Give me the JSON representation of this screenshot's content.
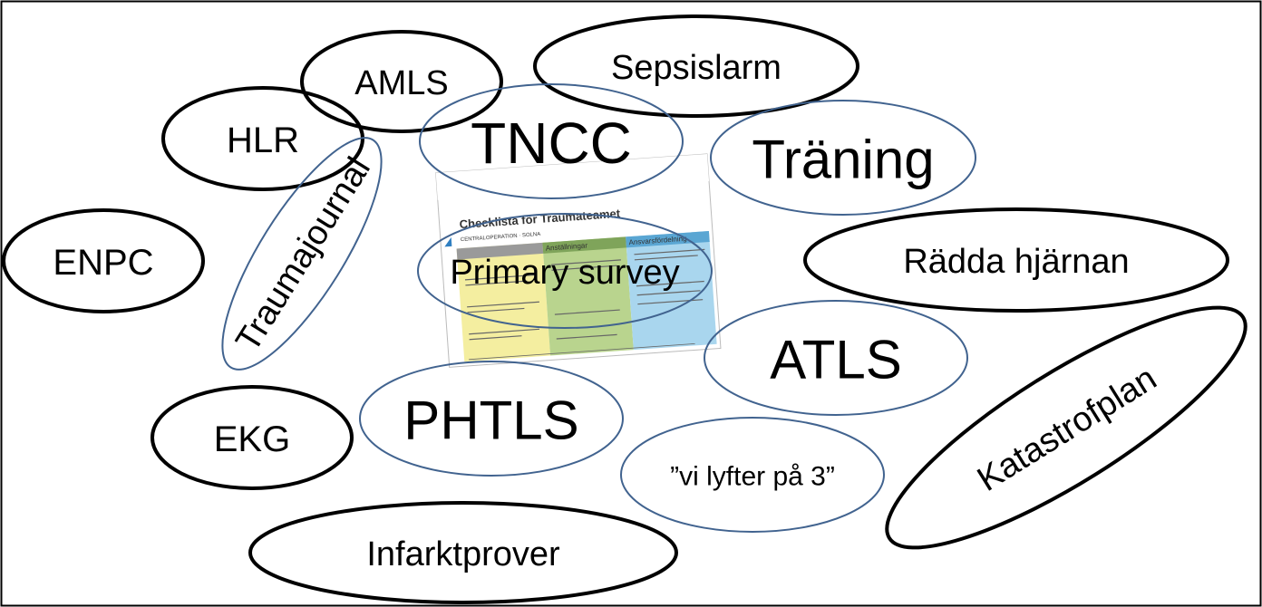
{
  "colors": {
    "black_outline": "#000000",
    "blue_outline": "#41638f",
    "frame": "#000000",
    "doc_yellow": "#f4eea0",
    "doc_green": "#b9d48e",
    "doc_blue": "#a9d6ee",
    "doc_header_grey": "#9a9a9a"
  },
  "concepts": [
    {
      "id": "amls",
      "label": "AMLS",
      "outline": "black"
    },
    {
      "id": "sepsislarm",
      "label": "Sepsislarm",
      "outline": "black"
    },
    {
      "id": "hlr",
      "label": "HLR",
      "outline": "black"
    },
    {
      "id": "tncc",
      "label": "TNCC",
      "outline": "blue"
    },
    {
      "id": "traning",
      "label": "Träning",
      "outline": "blue"
    },
    {
      "id": "traumajournal",
      "label": "Traumajournal",
      "outline": "blue"
    },
    {
      "id": "enpc",
      "label": "ENPC",
      "outline": "black"
    },
    {
      "id": "primary_survey",
      "label": "Primary survey",
      "outline": "blue"
    },
    {
      "id": "radda_hjarnan",
      "label": "Rädda hjärnan",
      "outline": "black"
    },
    {
      "id": "atls",
      "label": "ATLS",
      "outline": "blue"
    },
    {
      "id": "katastrofplan",
      "label": "Katastrofplan",
      "outline": "black"
    },
    {
      "id": "ekg",
      "label": "EKG",
      "outline": "black"
    },
    {
      "id": "phtls",
      "label": "PHTLS",
      "outline": "blue"
    },
    {
      "id": "vi_lyfter",
      "label": "”vi lyfter på 3”",
      "outline": "blue"
    },
    {
      "id": "infarktprover",
      "label": "Infarktprover",
      "outline": "black"
    }
  ],
  "checklist_document": {
    "title": "Checklista för Traumateamet",
    "subtitle": "CENTRALOPERATION · SOLNA",
    "columns": [
      "",
      "Anställningar",
      "Ansvarsfördelning"
    ]
  }
}
